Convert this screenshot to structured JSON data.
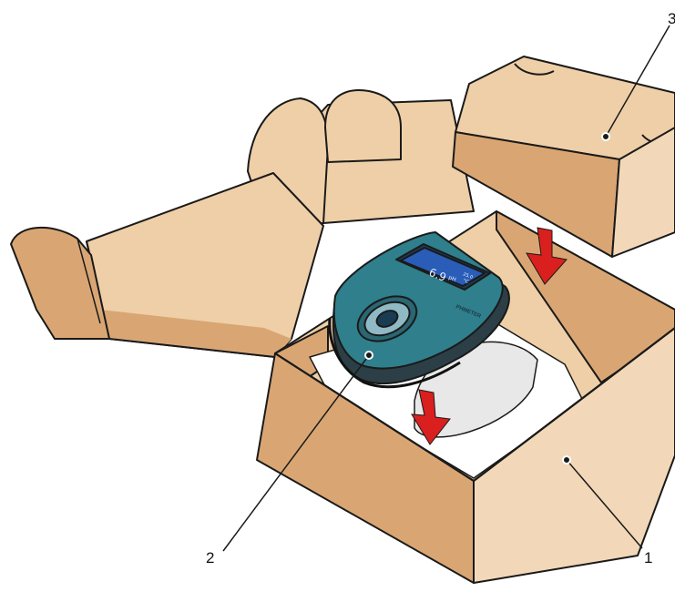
{
  "callouts": {
    "c1": "1",
    "c2": "2",
    "c3": "3"
  },
  "device": {
    "display_value": "6.9",
    "display_unit": "pH",
    "display_side_top": "25.0",
    "display_side_bottom": "°C",
    "brand": "PHMETER",
    "screen_color": "#2a5db8",
    "body_color": "#2f7f8c"
  },
  "colors": {
    "cardboard": "#d9a673",
    "cardboard_light": "#efcfa7",
    "cardboard_pale": "#f2d8b8",
    "arrow_red": "#d9201e",
    "outline": "#1a1a1a"
  },
  "icons": {
    "arrow_1": "down-arrow-icon",
    "arrow_2": "down-arrow-icon",
    "keypad": "keypad-icon"
  }
}
